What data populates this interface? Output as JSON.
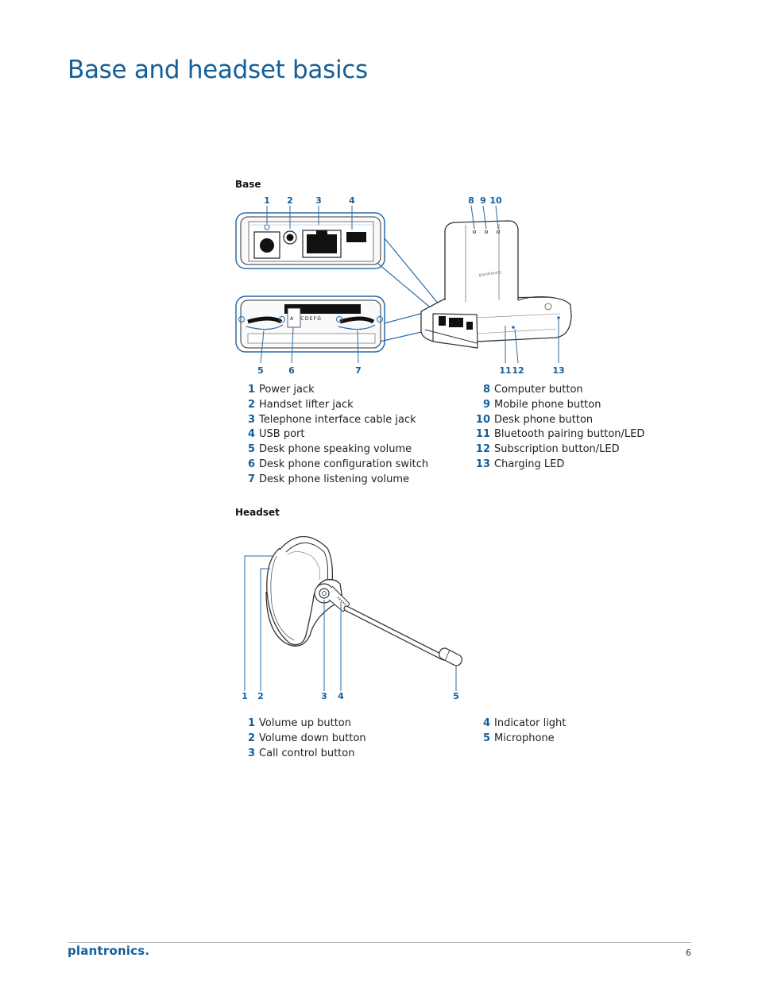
{
  "page": {
    "title": "Base and headset basics",
    "page_number": "6",
    "brand": "plantronics."
  },
  "base": {
    "label": "Base",
    "callouts_top": [
      "1",
      "2",
      "3",
      "4",
      "8",
      "9",
      "10"
    ],
    "callouts_bottom": [
      "5",
      "6",
      "7",
      "11",
      "12",
      "13"
    ],
    "switch_letters": [
      "A",
      "C",
      "D",
      "E",
      "F",
      "G"
    ],
    "device_brand": "plantronics",
    "legend_left": [
      {
        "num": "1",
        "text": "Power jack"
      },
      {
        "num": "2",
        "text": "Handset lifter jack"
      },
      {
        "num": "3",
        "text": "Telephone interface cable jack"
      },
      {
        "num": "4",
        "text": "USB port"
      },
      {
        "num": "5",
        "text": "Desk phone speaking volume"
      },
      {
        "num": "6",
        "text": "Desk phone configuration switch"
      },
      {
        "num": "7",
        "text": "Desk phone listening volume"
      }
    ],
    "legend_right": [
      {
        "num": "8",
        "text": "Computer button"
      },
      {
        "num": "9",
        "text": "Mobile phone button"
      },
      {
        "num": "10",
        "text": "Desk phone button"
      },
      {
        "num": "11",
        "text": "Bluetooth pairing button/LED"
      },
      {
        "num": "12",
        "text": "Subscription button/LED"
      },
      {
        "num": "13",
        "text": "Charging LED"
      }
    ]
  },
  "headset": {
    "label": "Headset",
    "callouts": [
      "1",
      "2",
      "3",
      "4",
      "5"
    ],
    "legend_left": [
      {
        "num": "1",
        "text": "Volume up button"
      },
      {
        "num": "2",
        "text": "Volume down button"
      },
      {
        "num": "3",
        "text": "Call control button"
      }
    ],
    "legend_right": [
      {
        "num": "4",
        "text": "Indicator light"
      },
      {
        "num": "5",
        "text": "Microphone"
      }
    ]
  },
  "colors": {
    "accent": "#135f9b",
    "callout_line": "#2a6aa6",
    "device_outline": "#333333"
  }
}
